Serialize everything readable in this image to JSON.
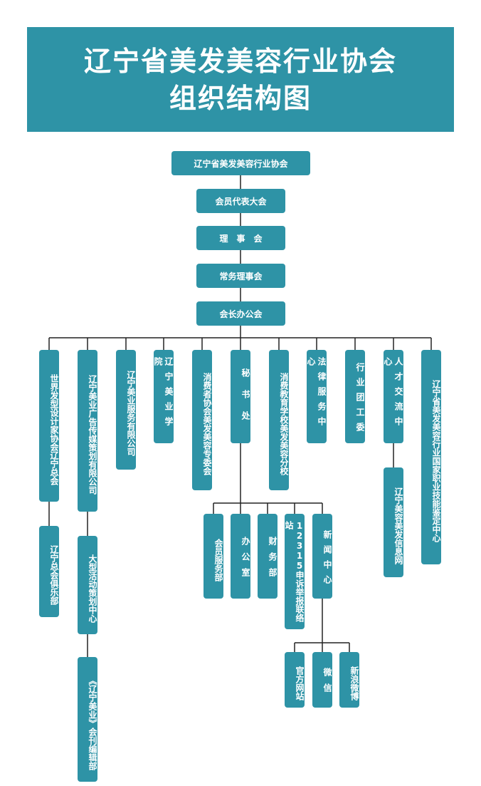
{
  "title": {
    "line1": "辽宁省美发美容行业协会",
    "line2": "组织结构图"
  },
  "chain": {
    "root": "辽宁省美发美容行业协会",
    "n1": "会员代表大会",
    "n2": "理　事　会",
    "n3": "常务理事会",
    "n4": "会长办公会"
  },
  "depts": {
    "d1": "世界发型设计家协会辽宁总会",
    "d1c": "辽宁总会俱乐部",
    "d2": "辽宁美业广告传媒策划有限公司",
    "d2c1": "大型活动策划中心",
    "d2c2": "《辽宁美业》会刊编辑部",
    "d3": "辽宁美业服务有限公司",
    "d4": "辽宁美业学院",
    "d5": "消费者协会美发美容专委会",
    "d6": "秘书处",
    "d7": "消费教育学校美发美容分校",
    "d8": "法律服务中心",
    "d9": "行业团工委",
    "d10": "人才交流中心",
    "d10c": "辽宁美容美发信息网",
    "d11": "辽宁省美发美容行业国家职业技能鉴定中心"
  },
  "secretariat": {
    "s1": "会员服务部",
    "s2": "办公室",
    "s3": "财务部",
    "s4": "12315申诉举报联络站",
    "s5": "新闻中心"
  },
  "news": {
    "w1": "官方网站",
    "w2": "微信",
    "w3": "新浪微博"
  },
  "colors": {
    "box": "#2e93a6",
    "line": "#222222"
  }
}
